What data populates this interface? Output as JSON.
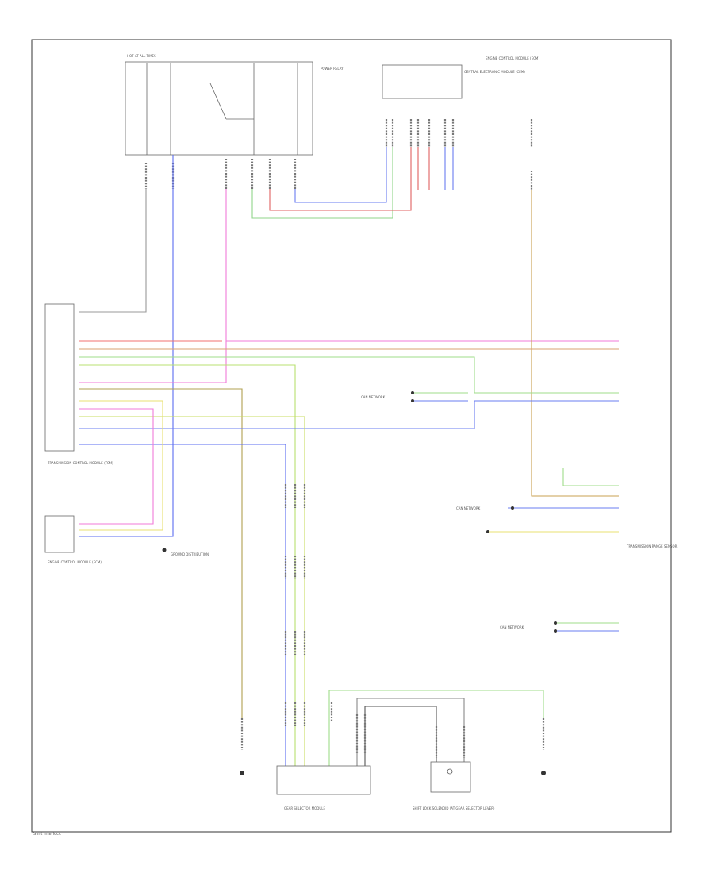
{
  "page_label": "Shift Interlock",
  "components": {
    "tcm_label": "TRANSMISSION CONTROL MODULE (TCM)",
    "ecm_label": "ENGINE CONTROL MODULE (ECM)",
    "gear_selector_label": "GEAR SELECTOR MODULE",
    "shift_lock_label": "SHIFT LOCK SOLENOID (AT GEAR SELECTOR LEVER)",
    "can_network_top": "CAN NETWORK",
    "can_network_mid": "CAN NETWORK",
    "can_network_low": "CAN NETWORK",
    "fuse_box_label": "HOT AT ALL TIMES",
    "fuse_panel_label": "CENTRAL ELECTRONIC MODULE (CEM)",
    "right_module_label": "ENGINE CONTROL MODULE (ECM)",
    "power_relay_label": "POWER RELAY",
    "ground_label": "GROUND DISTRIBUTION",
    "lower_mid_label": "TRANSMISSION RANGE SENSOR"
  }
}
